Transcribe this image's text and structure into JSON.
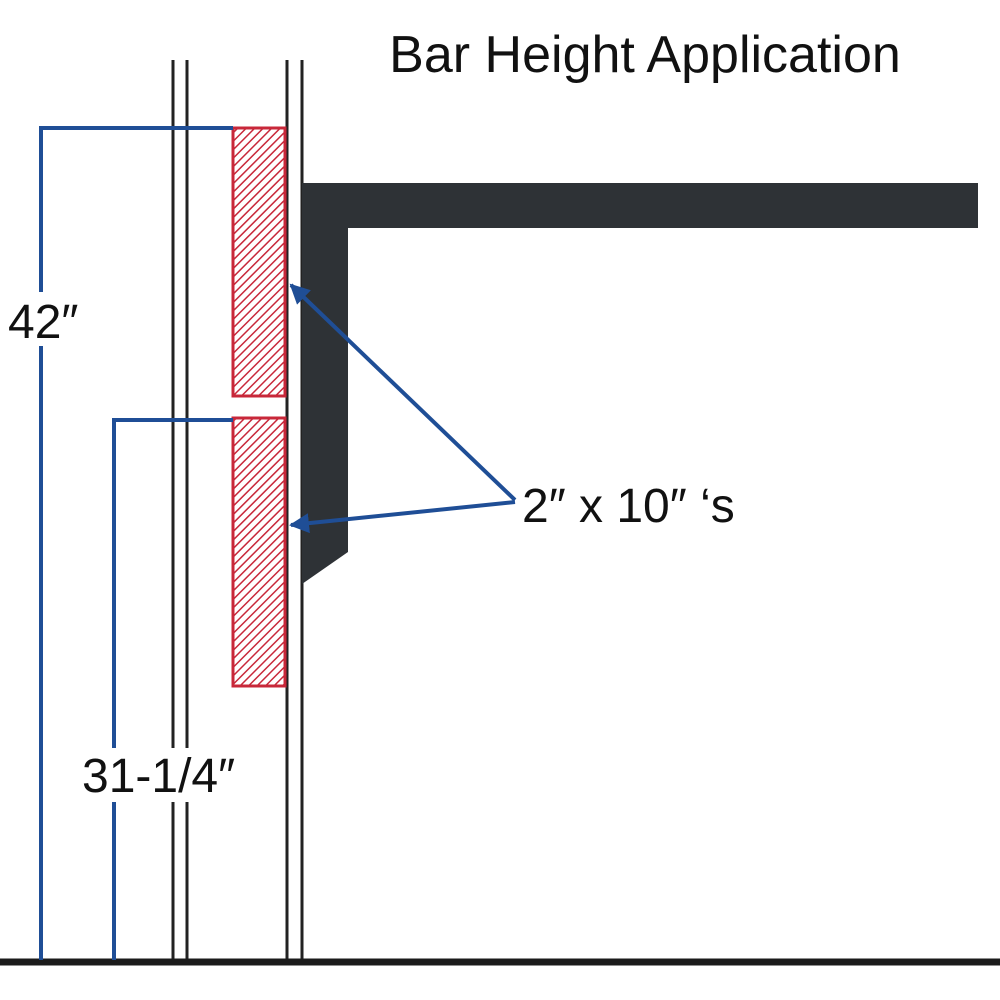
{
  "title": "Bar Height Application",
  "dimensions": {
    "overall_height_label": "42″",
    "lower_height_label": "31-1/4″"
  },
  "callout": {
    "label": "2″ x 10″ ‘s"
  },
  "colors": {
    "dimension_line": "#1f4e96",
    "board_fill": "#c8283a",
    "bracket": "#2e3236",
    "wall_line": "#222222",
    "floor": "#1b1b1b"
  }
}
